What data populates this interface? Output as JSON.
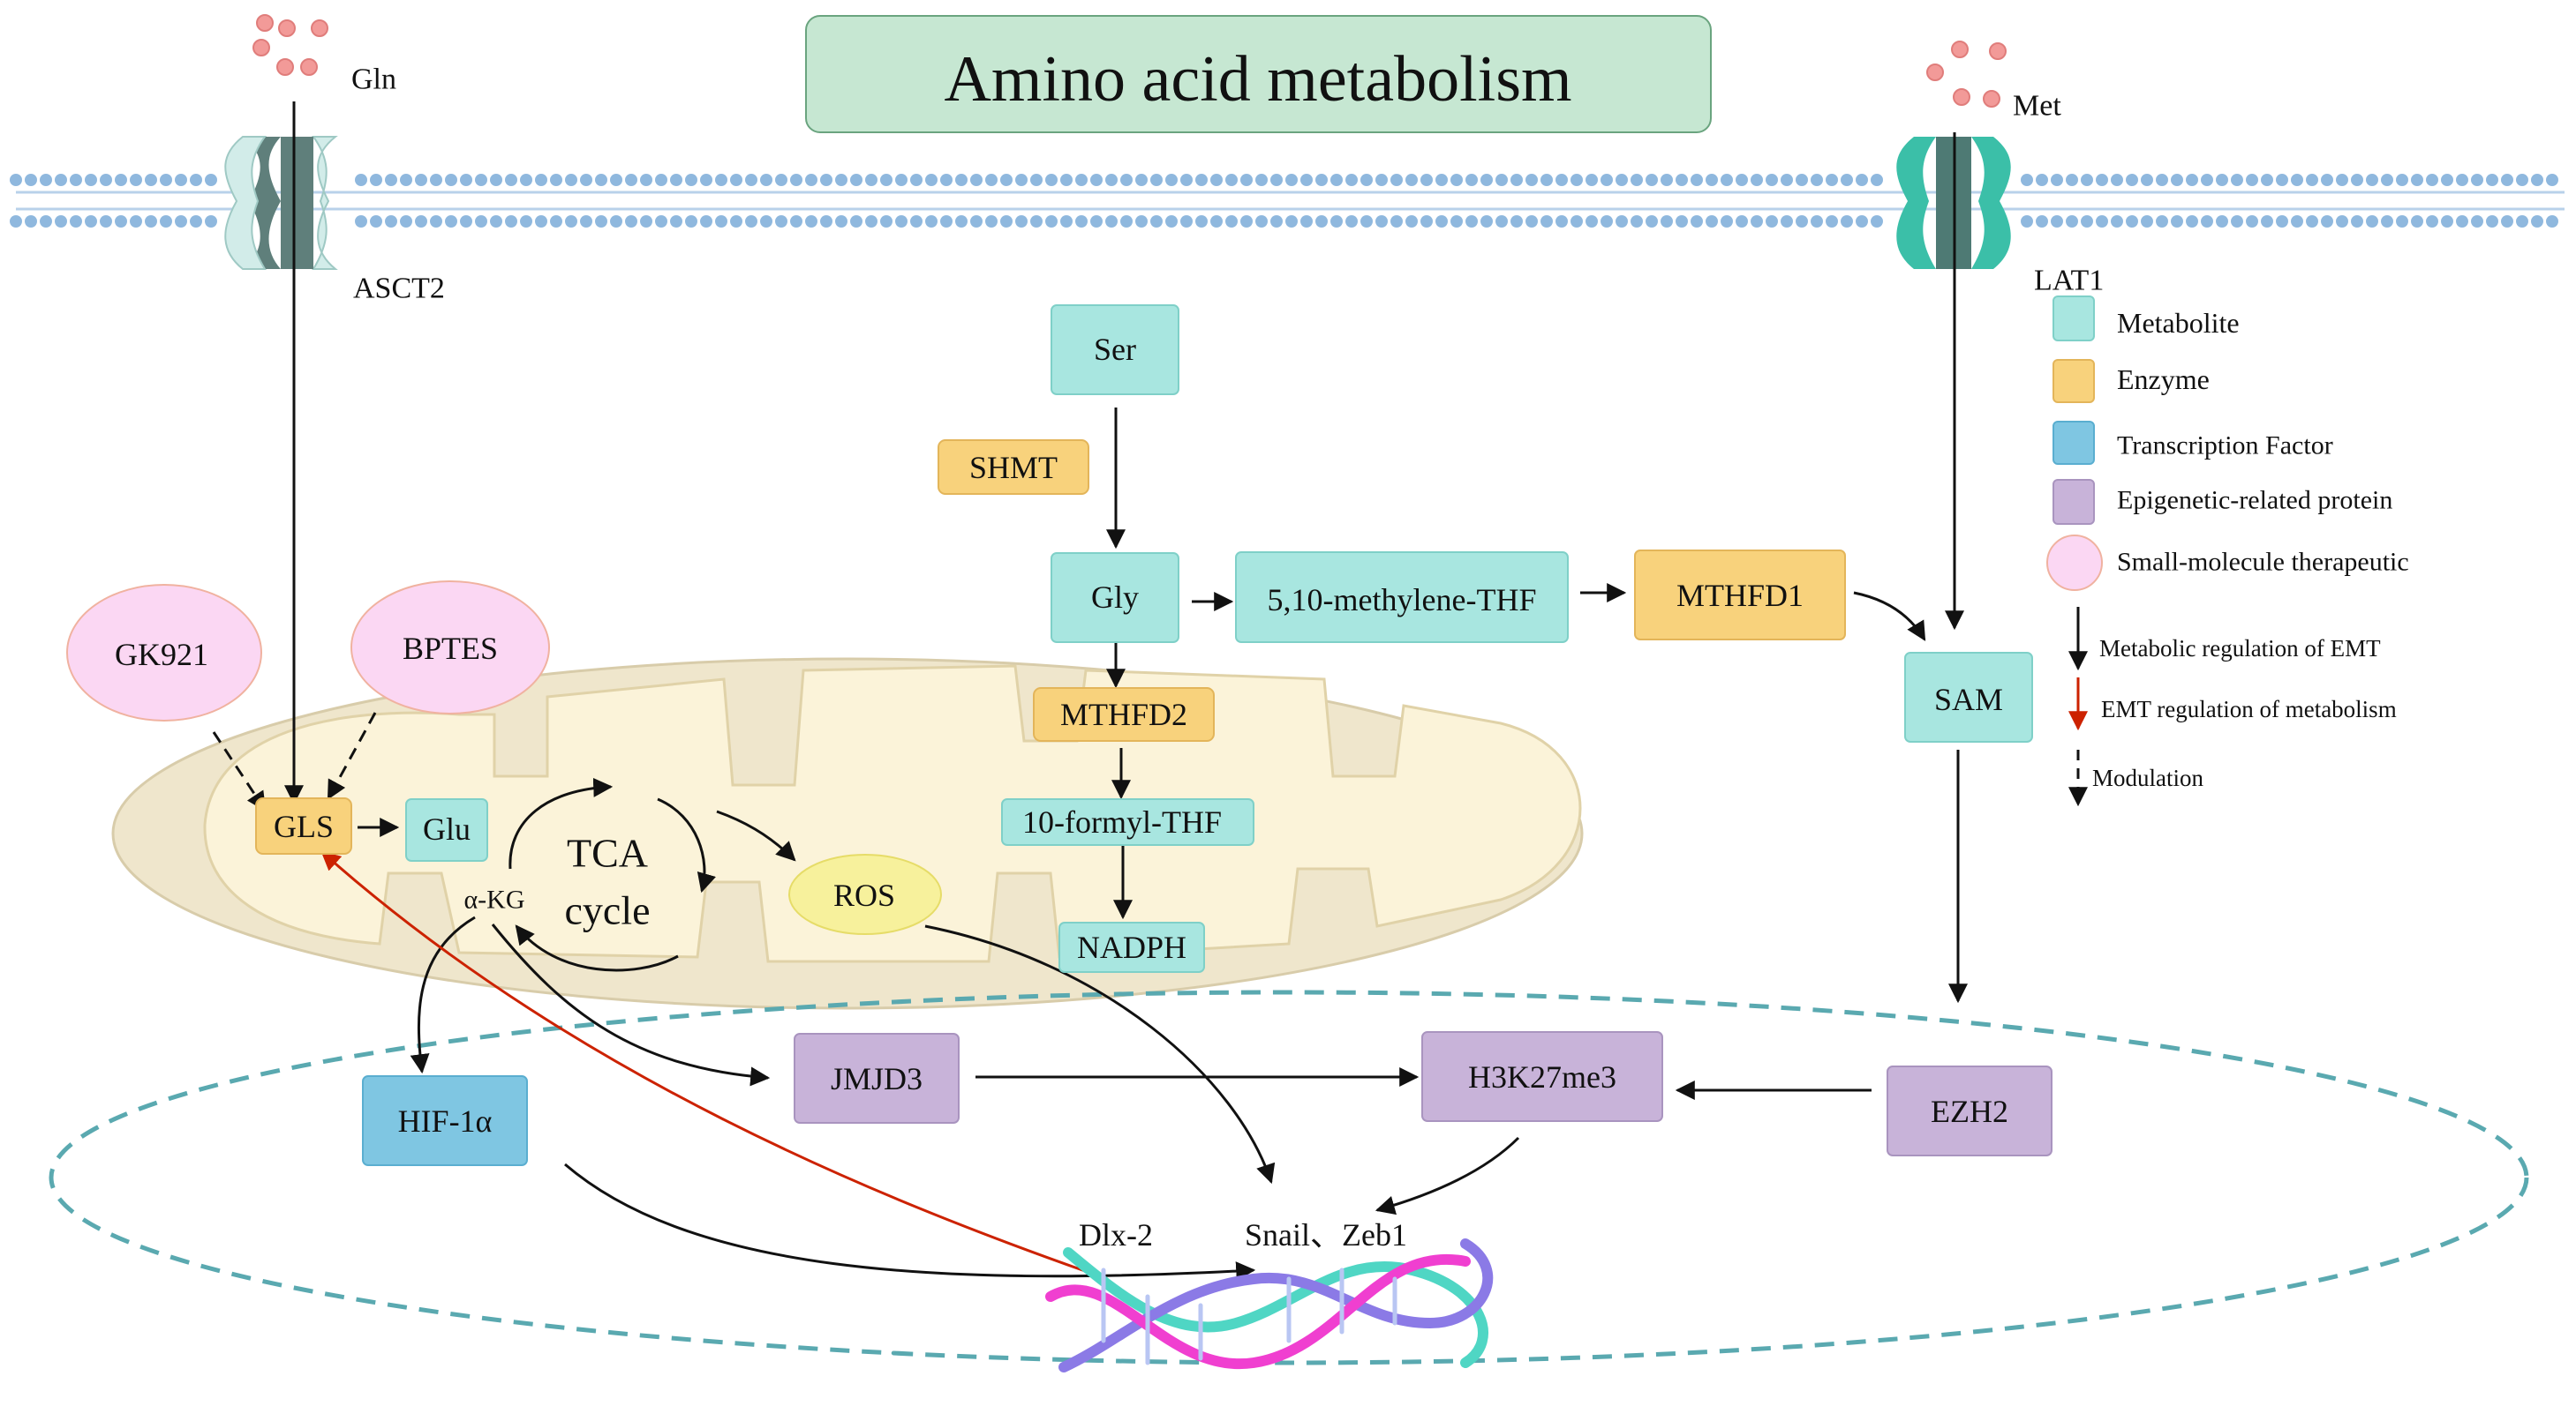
{
  "title": "Amino acid metabolism",
  "colors": {
    "metabolite": "#a8e6e0",
    "enzyme": "#f8d27c",
    "transcription_factor": "#7fc6e2",
    "epigenetic": "#c8b3d9",
    "therapeutic": "#fbd7f3",
    "mito_outer": "#efe6cc",
    "mito_inner": "#fbf3d9",
    "nucleus": "#5aa9b0",
    "red_arrow": "#cc2200",
    "ros": "#f7f19c",
    "membrane": "#8fb8de"
  },
  "transport": {
    "gln_label": "Gln",
    "asct2_label": "ASCT2",
    "met_label": "Met",
    "lat1_label": "LAT1"
  },
  "nodes": {
    "ser": "Ser",
    "shmt": "SHMT",
    "gly": "Gly",
    "methylene_thf": "5,10-methylene-THF",
    "mthfd1": "MTHFD1",
    "sam": "SAM",
    "mthfd2": "MTHFD2",
    "formyl_thf": "10-formyl-THF",
    "nadph": "NADPH",
    "gk921": "GK921",
    "bptes": "BPTES",
    "gls": "GLS",
    "glu": "Glu",
    "akg": "α-KG",
    "tca_line1": "TCA",
    "tca_line2": "cycle",
    "ros": "ROS",
    "jmjd3": "JMJD3",
    "h3k27me3": "H3K27me3",
    "ezh2": "EZH2",
    "hif1a": "HIF-1α",
    "dlx2": "Dlx-2",
    "snail_zeb1": "Snail、Zeb1"
  },
  "legend": {
    "metabolite": "Metabolite",
    "enzyme": "Enzyme",
    "transcription_factor": "Transcription Factor",
    "epigenetic": "Epigenetic-related protein",
    "therapeutic": "Small-molecule therapeutic",
    "metabolic_regulation": "Metabolic regulation of EMT",
    "emt_regulation": "EMT regulation of metabolism",
    "modulation": "Modulation"
  }
}
